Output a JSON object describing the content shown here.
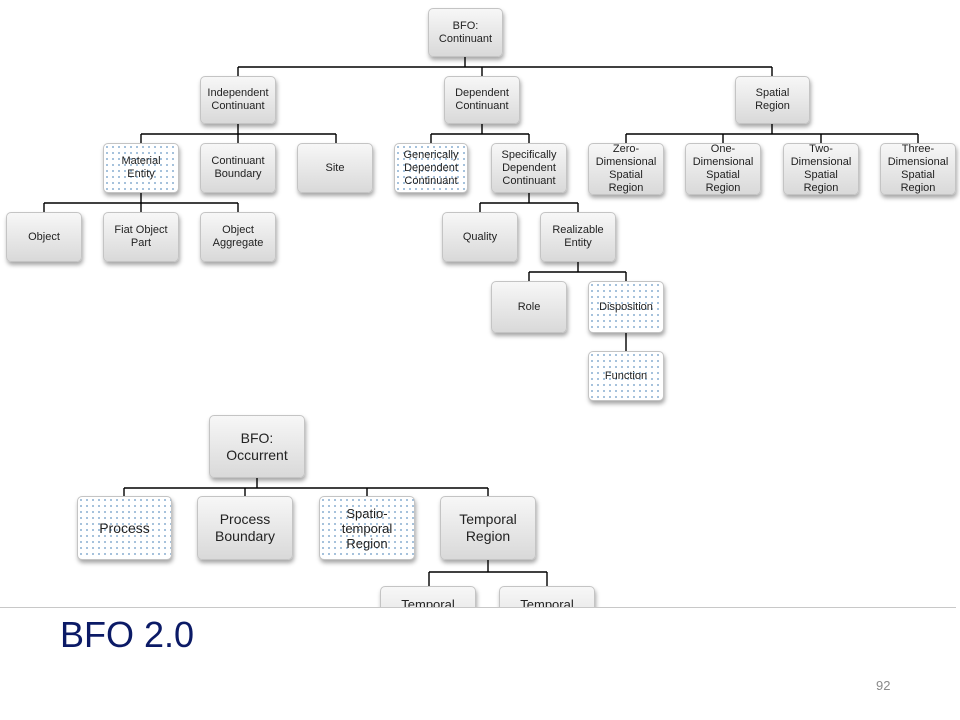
{
  "slide": {
    "title": "BFO 2.0",
    "number": "92"
  },
  "nodes": {
    "continuant": "BFO:\nContinuant",
    "independent": "Independent\nContinuant",
    "dependent": "Dependent\nContinuant",
    "spatial": "Spatial\nRegion",
    "material": "Material\nEntity",
    "boundary": "Continuant\nBoundary",
    "site": "Site",
    "generically": "Generically\nDependent\nContinuant",
    "specifically": "Specifically\nDependent\nContinuant",
    "zero": "Zero-\nDimensional\nSpatial\nRegion",
    "one": "One-\nDimensional\nSpatial\nRegion",
    "two": "Two-\nDimensional\nSpatial\nRegion",
    "three": "Three-\nDimensional\nSpatial\nRegion",
    "object": "Object",
    "fiat": "Fiat Object\nPart",
    "aggregate": "Object\nAggregate",
    "quality": "Quality",
    "realizable": "Realizable\nEntity",
    "role": "Role",
    "disposition": "Disposition",
    "function": "Function",
    "occurrent": "BFO:\nOccurrent",
    "process": "Process",
    "process_boundary": "Process\nBoundary",
    "spatiotemporal": "Spatio-\ntemporal\nRegion",
    "temporal": "Temporal\nRegion",
    "temporal_a": "Temporal",
    "temporal_b": "Temporal"
  }
}
